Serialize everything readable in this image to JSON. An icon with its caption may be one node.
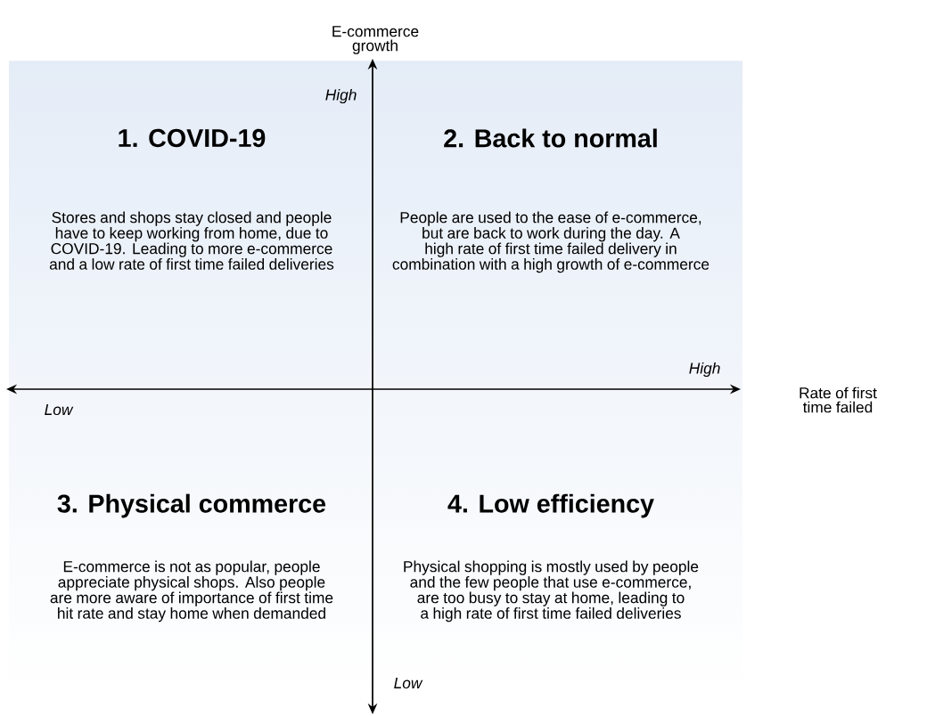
{
  "diagram": {
    "labels": [
      "E-commerce growth",
      "High",
      "1. COVID-19",
      "2. Back to normal",
      "Stores and shops stay closed and people have to keep working from home, due to COVID-19. Leading to more e-commerce and a low rate of first time failed deliveries",
      "People are used to the ease of e-commerce, but are back to work during the day. A high rate of first time failed delivery in combination with a high growth of e-commerce",
      "High",
      "Rate of first time failed",
      "Low",
      "3. Physical commerce",
      "4. Low efficiency",
      "E-commerce is not as popular, people appreciate physical shops. Also people are more aware of importance of first time hit rate and stay home when demanded",
      "Physical shopping is mostly used by people and the few people that use e-commerce, are too busy to stay at home, leading to a high rate of first time failed deliveries",
      "Low"
    ]
  }
}
